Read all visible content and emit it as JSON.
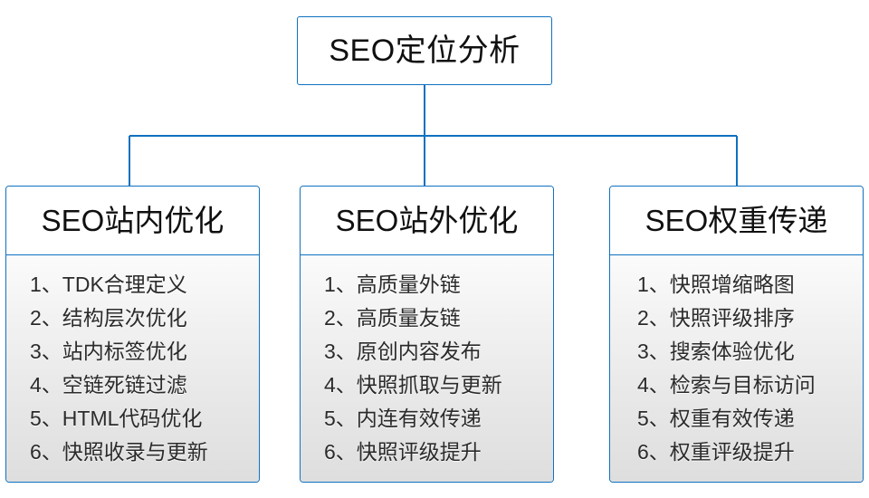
{
  "diagram": {
    "type": "org-tree",
    "root": {
      "label": "SEO定位分析"
    },
    "accent_color": "#0f71c0",
    "branches": [
      {
        "title": "SEO站内优化",
        "items": [
          "1、TDK合理定义",
          "2、结构层次优化",
          "3、站内标签优化",
          "4、空链死链过滤",
          "5、HTML代码优化",
          "6、快照收录与更新"
        ]
      },
      {
        "title": "SEO站外优化",
        "items": [
          "1、高质量外链",
          "2、高质量友链",
          "3、原创内容发布",
          "4、快照抓取与更新",
          "5、内连有效传递",
          "6、快照评级提升"
        ]
      },
      {
        "title": "SEO权重传递",
        "items": [
          "1、快照增缩略图",
          "2、快照评级排序",
          "3、搜索体验优化",
          "4、检索与目标访问",
          "5、权重有效传递",
          "6、权重评级提升"
        ]
      }
    ]
  }
}
